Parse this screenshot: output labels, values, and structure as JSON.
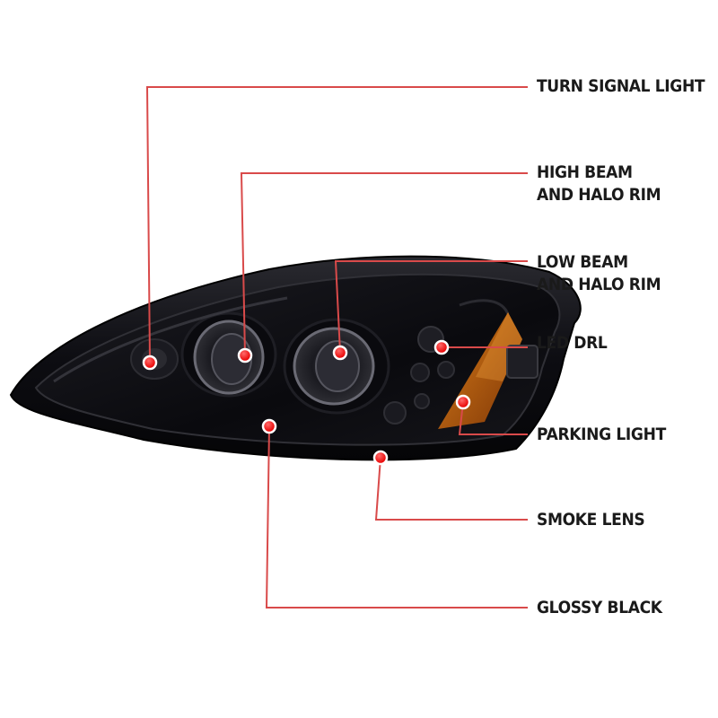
{
  "accent_color": "#e03a3a",
  "lens_color": "#0c0c10",
  "amber_color": "#d46a0a",
  "callouts": [
    {
      "id": "turn-signal-light",
      "lines": [
        "TURN SIGNAL LIGHT"
      ]
    },
    {
      "id": "high-beam-halo-rim",
      "lines": [
        "HIGH BEAM",
        "AND HALO RIM"
      ]
    },
    {
      "id": "low-beam-halo-rim",
      "lines": [
        "LOW BEAM",
        "AND HALO RIM"
      ]
    },
    {
      "id": "led-drl",
      "lines": [
        "LED DRL"
      ]
    },
    {
      "id": "parking-light",
      "lines": [
        "PARKING LIGHT"
      ]
    },
    {
      "id": "smoke-lens",
      "lines": [
        "SMOKE LENS"
      ]
    },
    {
      "id": "glossy-black",
      "lines": [
        "GLOSSY BLACK"
      ]
    }
  ]
}
